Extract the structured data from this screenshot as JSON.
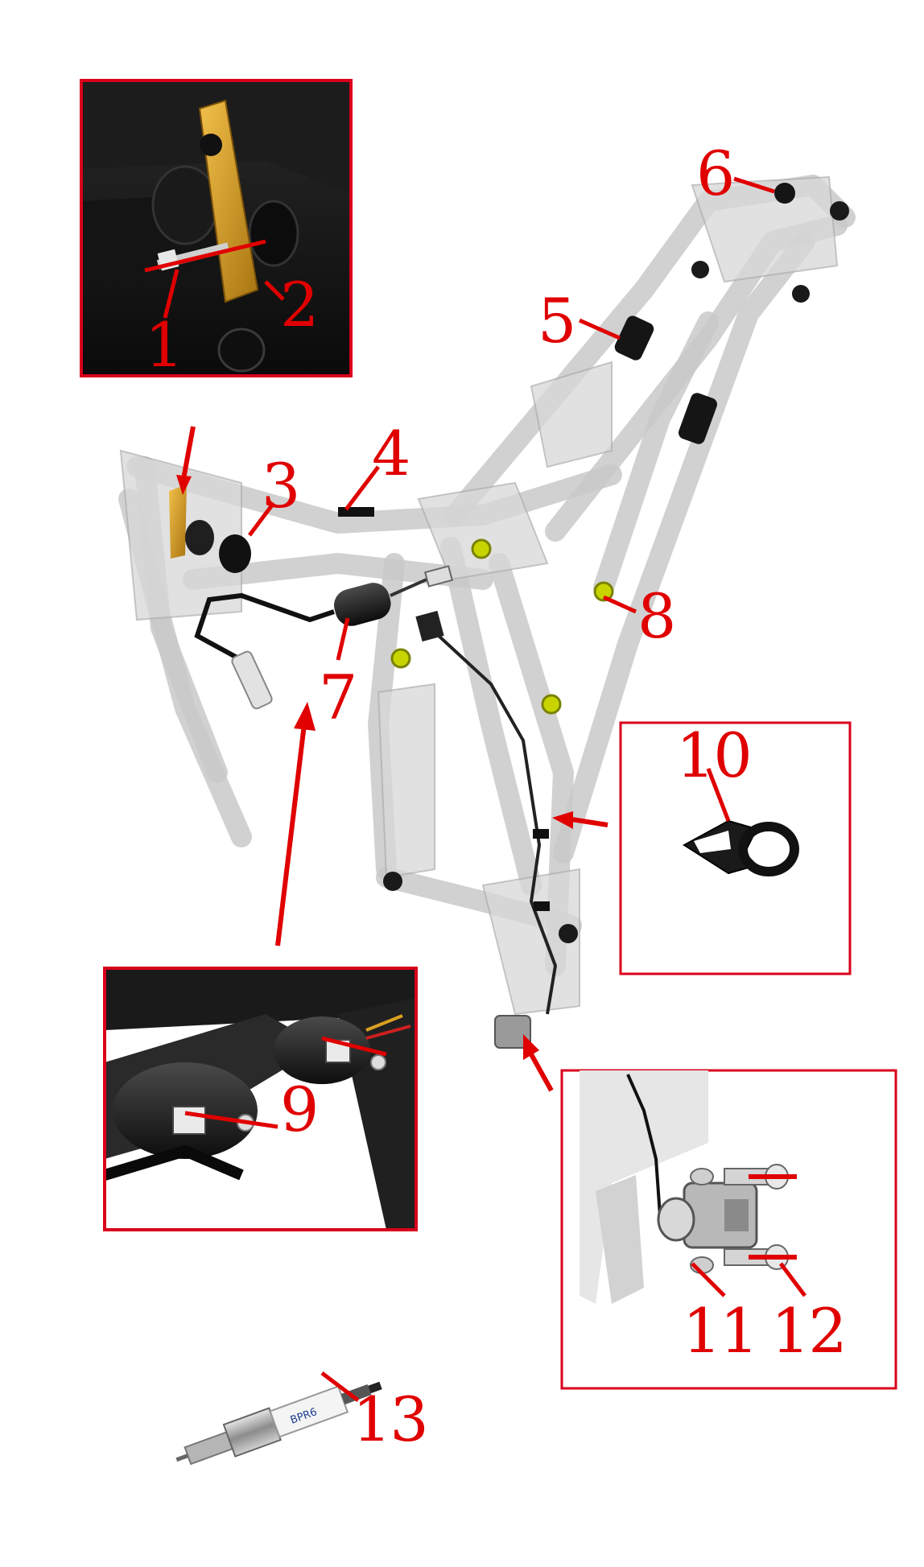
{
  "diagram": {
    "callouts": [
      {
        "id": "1",
        "label": "1"
      },
      {
        "id": "2",
        "label": "2"
      },
      {
        "id": "3",
        "label": "3"
      },
      {
        "id": "4",
        "label": "4"
      },
      {
        "id": "5",
        "label": "5"
      },
      {
        "id": "6",
        "label": "6"
      },
      {
        "id": "7",
        "label": "7"
      },
      {
        "id": "8",
        "label": "8"
      },
      {
        "id": "9",
        "label": "9"
      },
      {
        "id": "10",
        "label": "10"
      },
      {
        "id": "11",
        "label": "11"
      },
      {
        "id": "12",
        "label": "12"
      },
      {
        "id": "13",
        "label": "13"
      }
    ],
    "spark_plug_marking": "BPR6",
    "colors": {
      "callout": "#e00000",
      "inset_border": "#d9001b",
      "frame": "#c9c9c9",
      "bracket_gold": "#d4a017",
      "grommet_green": "#c8d400",
      "rubber_black": "#1a1a1a"
    }
  }
}
